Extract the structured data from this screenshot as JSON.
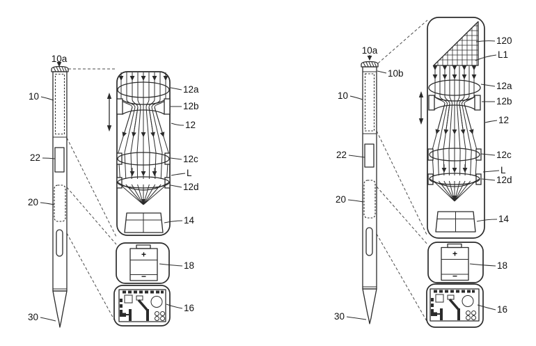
{
  "figures": {
    "left": {
      "pen": {
        "cap": "10a",
        "body": "10",
        "button": "22",
        "module": "20",
        "tip": "30"
      },
      "optics": {
        "lens_top": "12a",
        "lens_concave": "12b",
        "barrel": "12",
        "lens_mid": "12c",
        "space": "L",
        "lens_bottom": "12d",
        "sensor": "14",
        "battery": "18",
        "board": "16"
      },
      "battery": {
        "plus": "+",
        "minus": "−"
      }
    },
    "right": {
      "pen": {
        "cap": "10a",
        "ring": "10b",
        "body": "10",
        "button": "22",
        "module": "20",
        "tip": "30"
      },
      "optics": {
        "prism": "120",
        "prism_lens": "L1",
        "lens_top": "12a",
        "lens_concave": "12b",
        "barrel": "12",
        "lens_mid": "12c",
        "space": "L",
        "lens_bottom": "12d",
        "sensor": "14",
        "battery": "18",
        "board": "16"
      },
      "battery": {
        "plus": "+",
        "minus": "−"
      }
    }
  }
}
